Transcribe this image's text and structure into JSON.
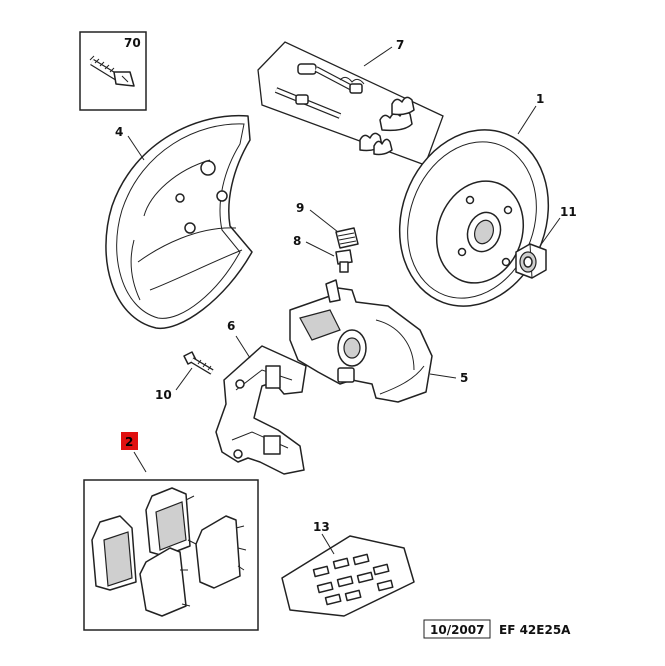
{
  "labels": {
    "n70": "70",
    "n7": "7",
    "n1": "1",
    "n4": "4",
    "n11": "11",
    "n9": "9",
    "n8": "8",
    "n6": "6",
    "n5": "5",
    "n10": "10",
    "n2": "2",
    "n13": "13"
  },
  "footer": {
    "date": "10/2007",
    "code": "EF 42E25A"
  },
  "colors": {
    "highlight": "#e01010",
    "line": "#222222",
    "shade": "#cfcfcf"
  }
}
